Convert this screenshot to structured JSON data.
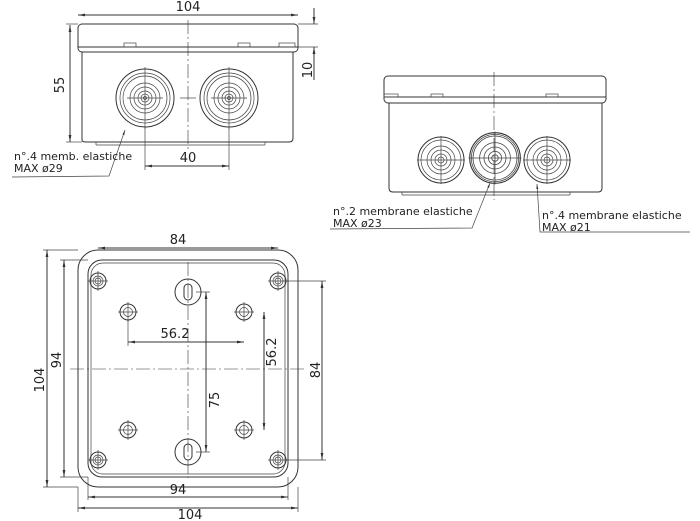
{
  "front_view": {
    "width_dim": "104",
    "height_dim": "55",
    "lid_dim": "10",
    "spacing_dim": "40",
    "note_line1": "n°.4  memb.  elastiche",
    "note_line2": "MAX  ø29"
  },
  "side_view": {
    "note_a_line1": "n°.2  membrane  elastiche",
    "note_a_line2": "MAX  ø23",
    "note_b_line1": "n°.4  membrane  elastiche",
    "note_b_line2": "MAX  ø21"
  },
  "bottom_view": {
    "top_dim": "84",
    "inner_h_dim": "56.2",
    "inner_v_dim": "56.2",
    "oval_dim": "75",
    "right_dim": "84",
    "left_inner_dim": "94",
    "left_outer_dim": "104",
    "bottom_inner_dim": "94",
    "bottom_outer_dim": "104"
  }
}
